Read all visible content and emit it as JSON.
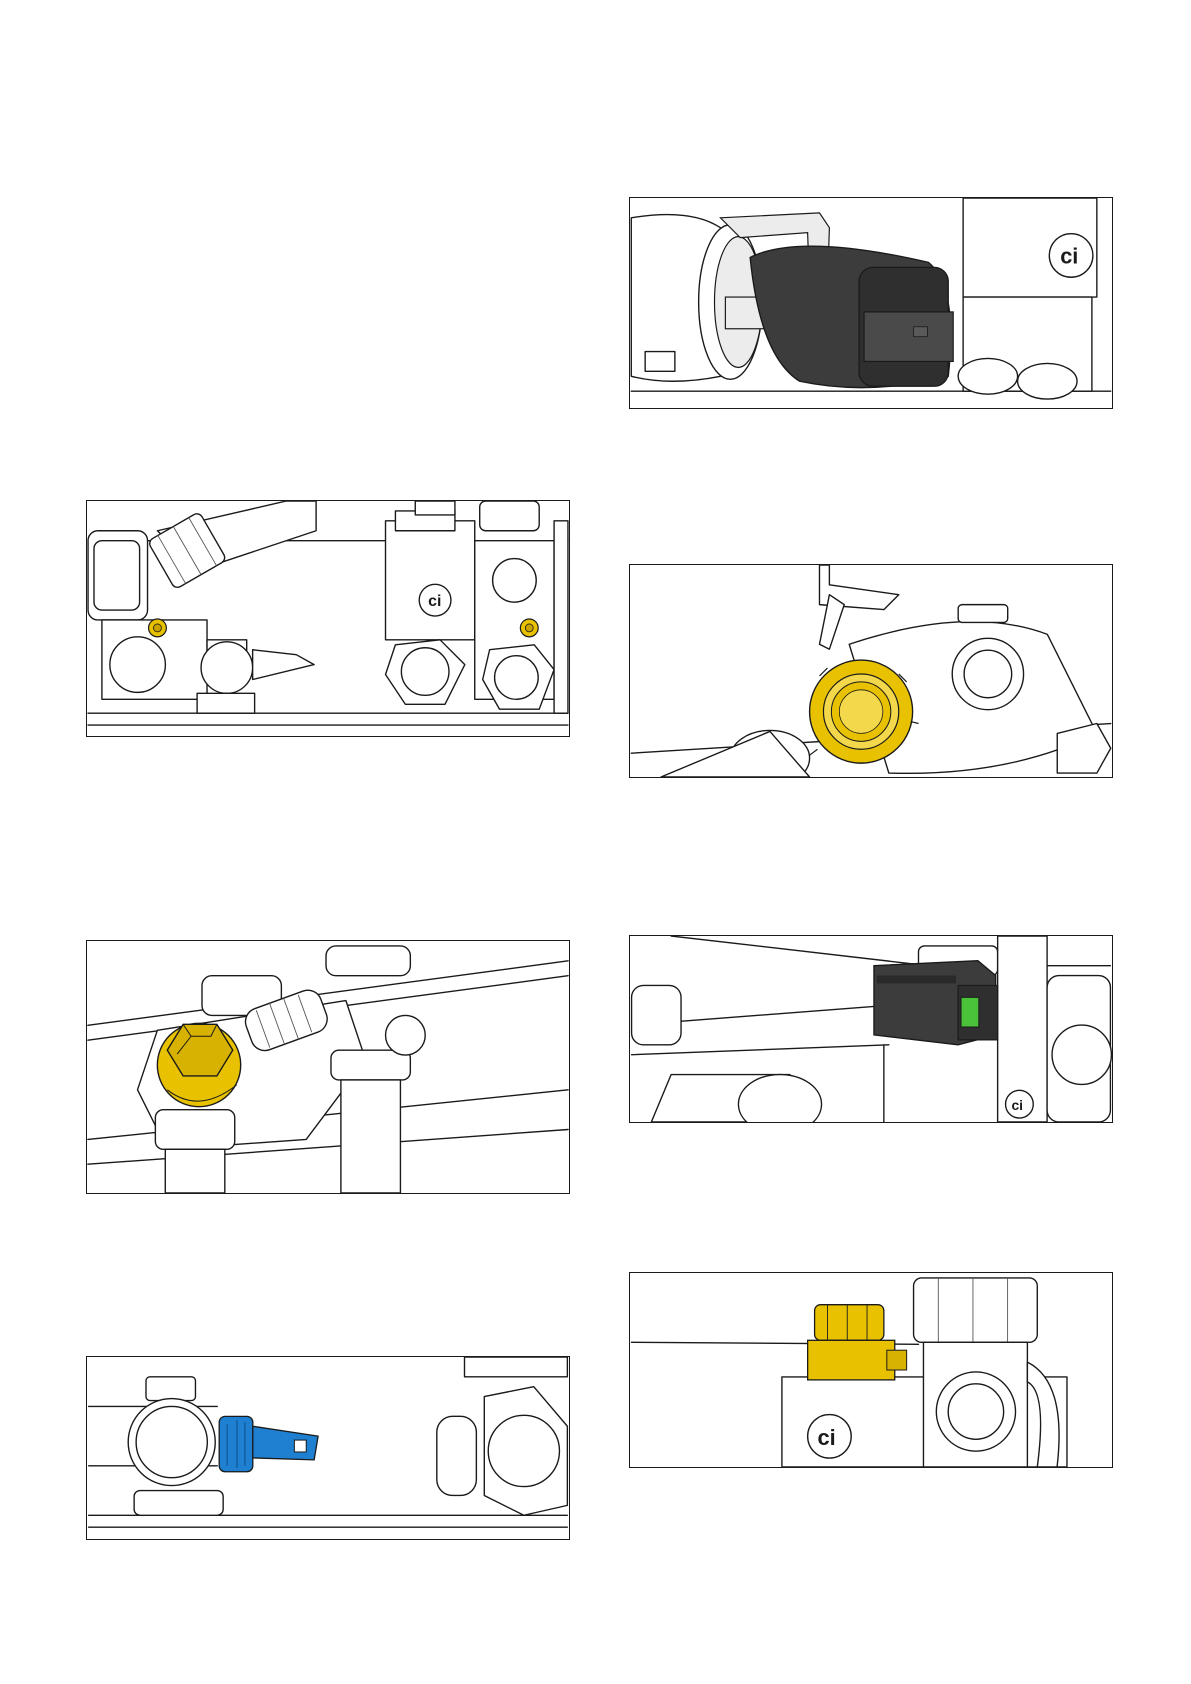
{
  "page": {
    "background": "#ffffff"
  },
  "colors": {
    "highlight_yellow": "#e8c200",
    "highlight_blue": "#1f7fd0",
    "actuator_dark": "#3c3c3c",
    "indicator_green": "#4ac23a",
    "line": "#1a1a1a"
  },
  "panels": [
    {
      "id": "left-1",
      "highlight": "yellow",
      "icons": [
        "manifold-icon",
        "brand-logo-icon",
        "screw-icon"
      ]
    },
    {
      "id": "left-2",
      "highlight": "yellow",
      "icons": [
        "hex-plug-icon",
        "valve-body-icon"
      ]
    },
    {
      "id": "left-3",
      "highlight": "blue",
      "icons": [
        "sensor-clip-icon",
        "pipe-fitting-icon"
      ]
    },
    {
      "id": "right-1",
      "highlight": "dark",
      "icons": [
        "pump-motor-icon",
        "brand-logo-icon"
      ]
    },
    {
      "id": "right-2",
      "highlight": "yellow",
      "icons": [
        "ring-nut-icon",
        "retaining-clip-icon"
      ]
    },
    {
      "id": "right-3",
      "highlight": "dark-green",
      "icons": [
        "actuator-head-icon",
        "brand-logo-icon"
      ]
    },
    {
      "id": "right-4",
      "highlight": "yellow",
      "icons": [
        "bleed-valve-icon",
        "brand-logo-icon"
      ]
    }
  ]
}
